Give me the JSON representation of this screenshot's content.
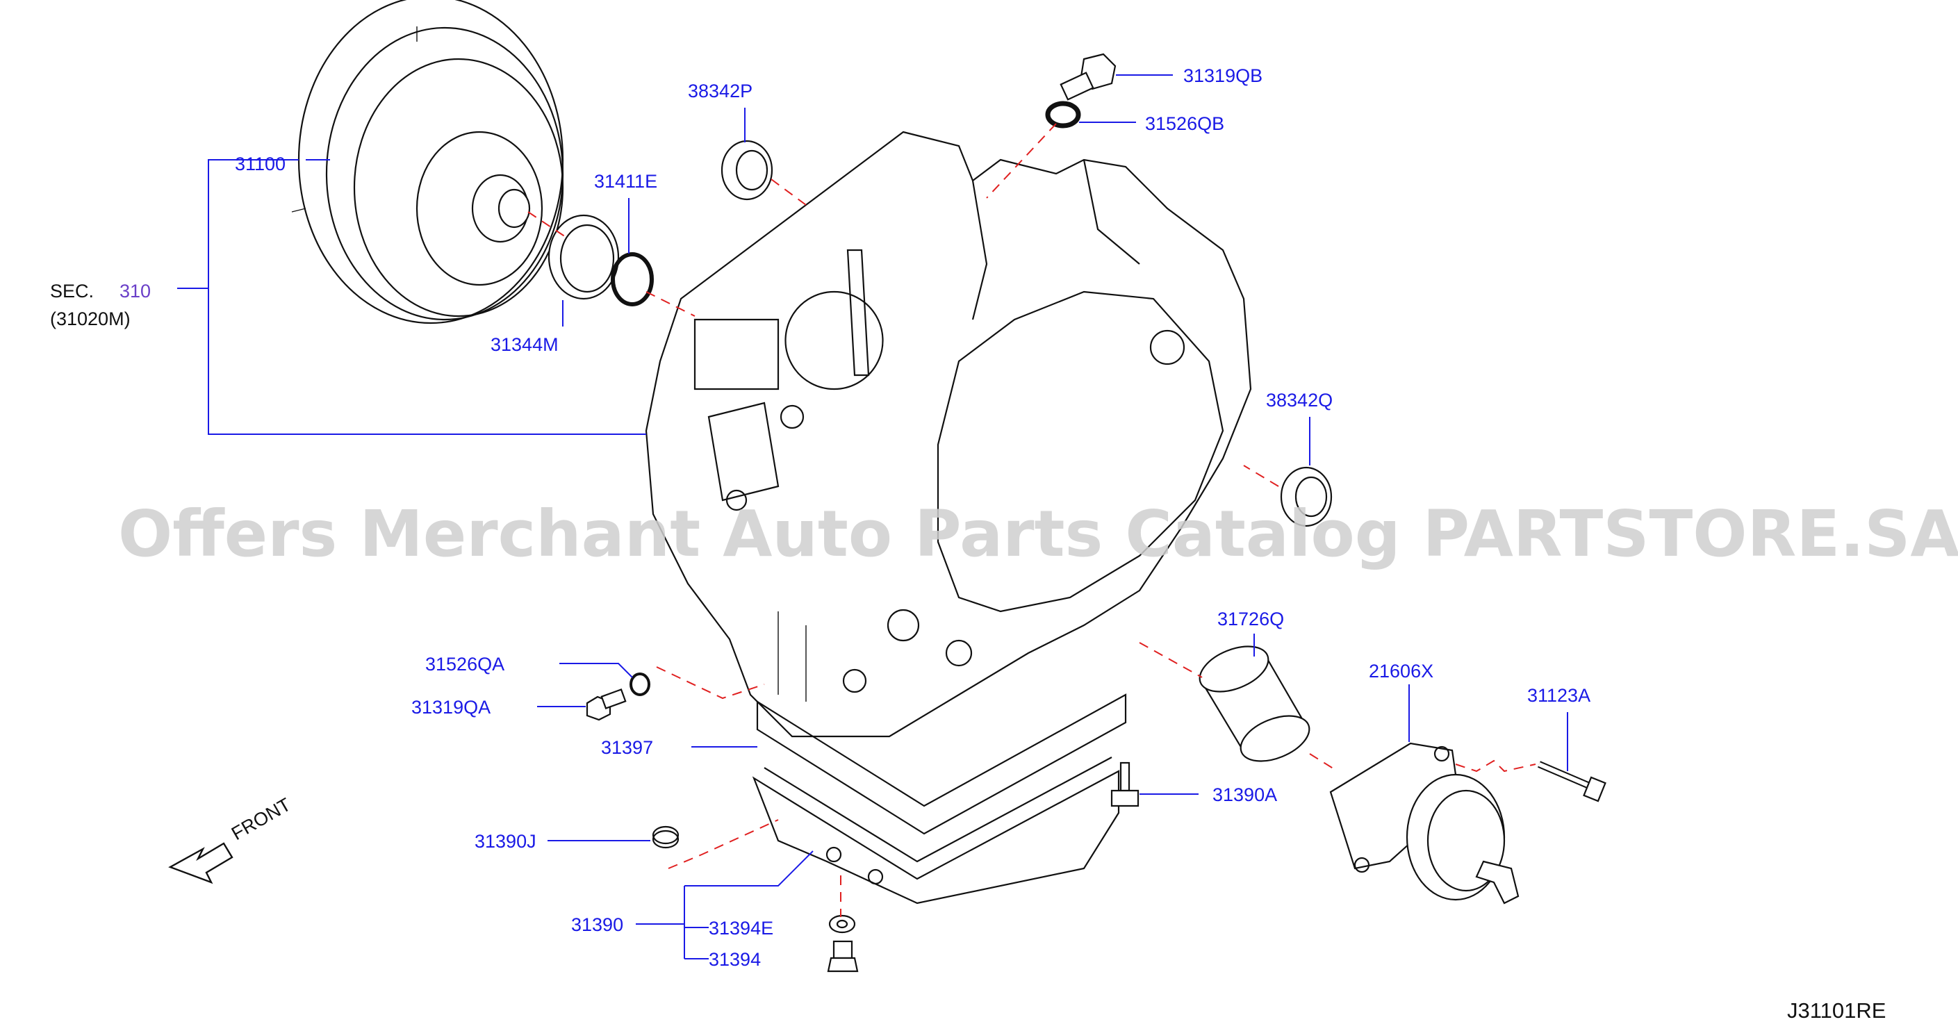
{
  "diagram_code": "J31101RE",
  "watermark": "Offers Merchant Auto Parts Catalog PARTSTORE.SA",
  "section_ref": {
    "prefix": "SEC.",
    "number": "310",
    "sub": "(31020M)"
  },
  "front_label": "FRONT",
  "parts": {
    "p31100": "31100",
    "p38342P": "38342P",
    "p31411E": "31411E",
    "p31344M": "31344M",
    "p31319QB": "31319QB",
    "p31526QB": "31526QB",
    "p38342Q": "38342Q",
    "p31726Q": "31726Q",
    "p21606X": "21606X",
    "p31123A": "31123A",
    "p31526QA": "31526QA",
    "p31319QA": "31319QA",
    "p31397": "31397",
    "p31390A": "31390A",
    "p31390J": "31390J",
    "p31390": "31390",
    "p31394E": "31394E",
    "p31394": "31394"
  },
  "colors": {
    "label": "#1a1ae6",
    "leader_dash": "#e02020",
    "outline": "#111111",
    "section_number": "#6a3fc8"
  }
}
